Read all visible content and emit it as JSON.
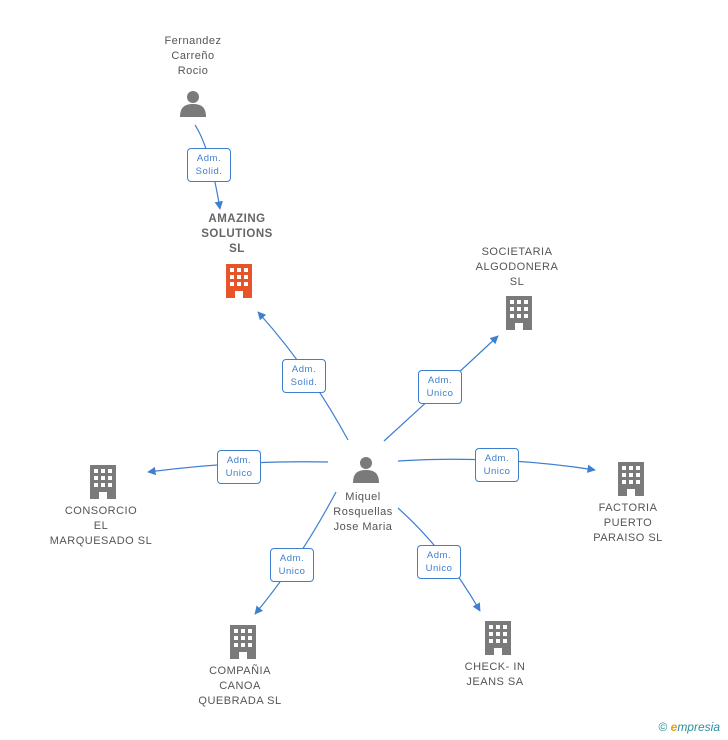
{
  "nodes": {
    "fernandez": {
      "label": "Fernandez\nCarreño\nRocio",
      "icon": "person-icon"
    },
    "amazing": {
      "label": "AMAZING\nSOLUTIONS\nSL",
      "icon": "building-icon-highlight"
    },
    "societaria": {
      "label": "SOCIETARIA\nALGODONERA\nSL",
      "icon": "building-icon"
    },
    "consorcio": {
      "label": "CONSORCIO\nEL\nMARQUESADO SL",
      "icon": "building-icon"
    },
    "miquel": {
      "label": "Miquel\nRosquellas\nJose Maria",
      "icon": "person-icon"
    },
    "factoria": {
      "label": "FACTORIA\nPUERTO\nPARAISO SL",
      "icon": "building-icon"
    },
    "compania": {
      "label": "COMPAÑIA\nCANOA\nQUEBRADA SL",
      "icon": "building-icon"
    },
    "check": {
      "label": "CHECK- IN\nJEANS SA",
      "icon": "building-icon"
    }
  },
  "edges": [
    {
      "from": "fernandez",
      "to": "amazing",
      "line1": "Adm.",
      "line2": "Solid."
    },
    {
      "from": "miquel",
      "to": "amazing",
      "line1": "Adm.",
      "line2": "Solid."
    },
    {
      "from": "miquel",
      "to": "societaria",
      "line1": "Adm.",
      "line2": "Unico"
    },
    {
      "from": "miquel",
      "to": "consorcio",
      "line1": "Adm.",
      "line2": "Unico"
    },
    {
      "from": "miquel",
      "to": "factoria",
      "line1": "Adm.",
      "line2": "Unico"
    },
    {
      "from": "miquel",
      "to": "compania",
      "line1": "Adm.",
      "line2": "Unico"
    },
    {
      "from": "miquel",
      "to": "check",
      "line1": "Adm.",
      "line2": "Unico"
    }
  ],
  "colors": {
    "edge": "#3f7fd0",
    "icon": "#7a7a7a",
    "highlight": "#e8542a"
  },
  "footer": {
    "copyright": "©",
    "brand_e": "e",
    "brand_rest": "mpresia"
  }
}
